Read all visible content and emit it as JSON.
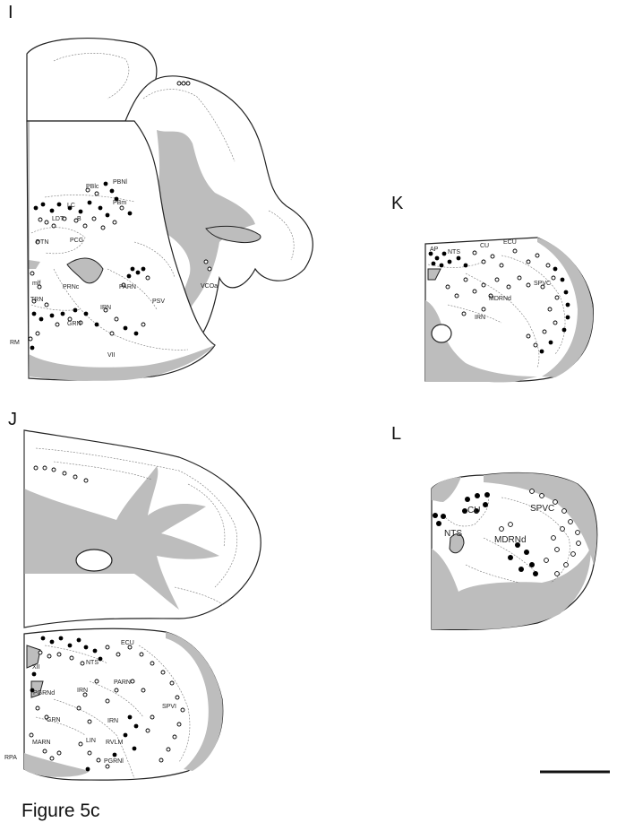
{
  "panels": {
    "I": {
      "letter": "I",
      "labels": [
        "PBNl",
        "PBlc",
        "LC",
        "PBm",
        "LDT",
        "B",
        "DTN",
        "PCG",
        "mlf",
        "PRNc",
        "PARN",
        "PSV",
        "VCOa",
        "TRN",
        "GRN",
        "IRN",
        "RM",
        "VII"
      ]
    },
    "J": {
      "letter": "J",
      "labels": [
        "ECU",
        "NTS",
        "XII",
        "PGRNd",
        "IRN",
        "PARN",
        "SPVI",
        "GRN",
        "IRN",
        "LIN",
        "RVLM",
        "MARN",
        "PGRNl",
        "RPA"
      ]
    },
    "K": {
      "letter": "K",
      "labels": [
        "AP",
        "NTS",
        "CU",
        "ECU",
        "SPVC",
        "MDRNd",
        "IRN"
      ]
    },
    "L": {
      "letter": "L",
      "labels": [
        "CU",
        "SPVC",
        "NTS",
        "MDRNd"
      ]
    }
  },
  "caption": "Figure 5c"
}
